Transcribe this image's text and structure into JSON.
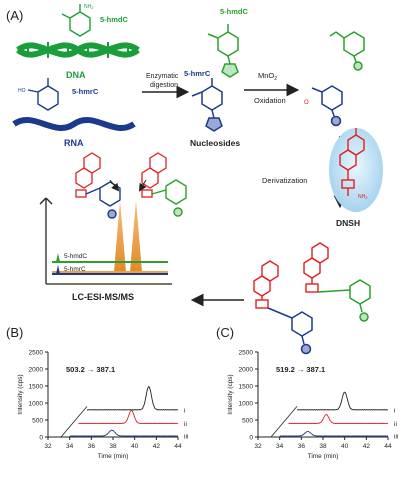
{
  "panel_labels": {
    "a": "(A)",
    "b": "(B)",
    "c": "(C)"
  },
  "scheme": {
    "dna_label": "DNA",
    "rna_label": "RNA",
    "hmdc_label": "5-hmdC",
    "hmrc_label": "5-hmrC",
    "hmrc_mid_label": "5-hmrC",
    "step1": "Enzymatic",
    "step1b": "digestion",
    "nucleosides": "Nucleosides",
    "mno2": "MnO",
    "mno2_sub": "2",
    "oxidation": "Oxidation",
    "derivatization": "Derivatization",
    "dnsh": "DNSH",
    "lcms": "LC-ESI-MS/MS",
    "legend_hmdc": "5-hmdC",
    "legend_hmrc": "5-hmrC",
    "atom_nh2": "NH",
    "atom_nh2_sub": "2",
    "atom_ho": "HO",
    "atom_o": "O",
    "atom_n": "N"
  },
  "colors": {
    "dna": "#1a9e3a",
    "rna": "#1c3a8c",
    "red": "#e02020",
    "green": "#2ca02c",
    "orange": "#f0a040",
    "blue_drop": "#bfe0f5",
    "ink": "#222222"
  },
  "chart_data": [
    {
      "type": "line",
      "title": "503.2 → 387.1",
      "xlabel": "Time (min)",
      "ylabel": "Intensity (cps)",
      "xlim": [
        32,
        44
      ],
      "ylim": [
        0,
        2500
      ],
      "x_ticks": [
        32,
        34,
        36,
        38,
        40,
        42,
        44
      ],
      "y_ticks": [
        0,
        500,
        1000,
        1500,
        2000,
        2500
      ],
      "series": [
        {
          "name": "i",
          "color": "#222222",
          "baseline": 800,
          "peaks": [
            {
              "x": 41.3,
              "h": 680,
              "w": 0.35
            }
          ]
        },
        {
          "name": "ii",
          "color": "#e02020",
          "baseline": 400,
          "peaks": [
            {
              "x": 39.7,
              "h": 380,
              "w": 0.35
            }
          ]
        },
        {
          "name": "iii",
          "color": "#1c3a8c",
          "baseline": 30,
          "peaks": [
            {
              "x": 37.9,
              "h": 170,
              "w": 0.4
            }
          ]
        }
      ]
    },
    {
      "type": "line",
      "title": "519.2 → 387.1",
      "xlabel": "Time (min)",
      "ylabel": "Intensity (cps)",
      "xlim": [
        32,
        44
      ],
      "ylim": [
        0,
        2500
      ],
      "x_ticks": [
        32,
        34,
        36,
        38,
        40,
        42,
        44
      ],
      "y_ticks": [
        0,
        500,
        1000,
        1500,
        2000,
        2500
      ],
      "series": [
        {
          "name": "i",
          "color": "#222222",
          "baseline": 800,
          "peaks": [
            {
              "x": 40.0,
              "h": 520,
              "w": 0.35
            }
          ]
        },
        {
          "name": "ii",
          "color": "#e02020",
          "baseline": 400,
          "peaks": [
            {
              "x": 38.3,
              "h": 260,
              "w": 0.35
            }
          ]
        },
        {
          "name": "iii",
          "color": "#1c3a8c",
          "baseline": 30,
          "peaks": [
            {
              "x": 36.6,
              "h": 130,
              "w": 0.4
            }
          ]
        }
      ]
    }
  ]
}
